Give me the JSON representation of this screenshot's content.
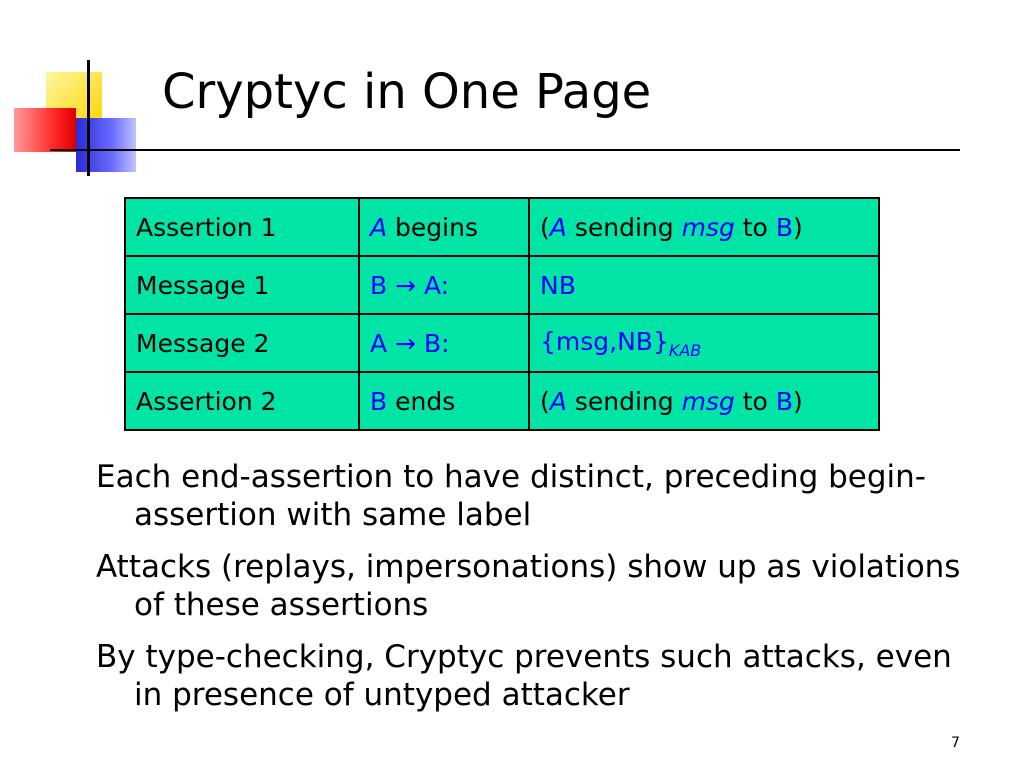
{
  "slide": {
    "title": "Cryptyc in One Page",
    "page_number": "7"
  },
  "table": {
    "rows": [
      {
        "label": "Assertion 1",
        "event": {
          "principal": "A",
          "action": " begins"
        },
        "detail": {
          "open": "(",
          "sender": "A",
          "mid": " sending ",
          "msg": "msg",
          "to": " to ",
          "receiver": "B",
          "close": ")"
        }
      },
      {
        "label": "Message 1",
        "event": {
          "text": "B → A:"
        },
        "detail": {
          "text": "NB"
        }
      },
      {
        "label": "Message 2",
        "event": {
          "text": "A → B:"
        },
        "detail": {
          "text": "{msg,NB}",
          "subscript": "KAB"
        }
      },
      {
        "label": "Assertion 2",
        "event": {
          "principal": "B",
          "action": " ends"
        },
        "detail": {
          "open": "(",
          "sender": "A",
          "mid": " sending ",
          "msg": "msg",
          "to": " to ",
          "receiver": "B",
          "close": ")"
        }
      }
    ]
  },
  "bullets": [
    "Each end-assertion to have distinct, preceding begin-assertion with same label",
    "Attacks (replays, impersonations) show up as violations of these assertions",
    "By type-checking, Cryptyc prevents such attacks, even in presence of untyped attacker"
  ],
  "colors": {
    "table_fill": "#00e4a6",
    "highlight_text": "#0000ff"
  }
}
